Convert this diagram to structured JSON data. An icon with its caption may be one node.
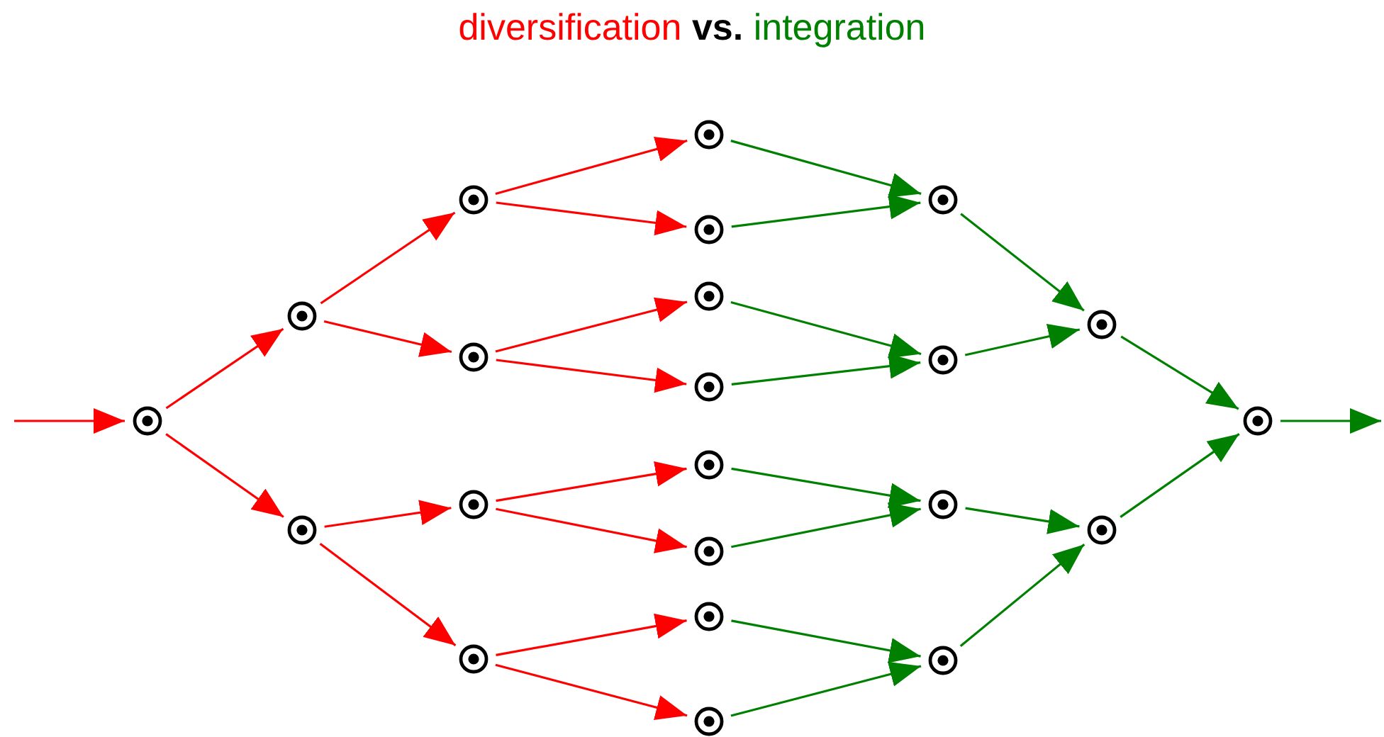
{
  "diagram": {
    "title": "diversification **vs.** integration",
    "nodes": [
      {
        "text": [],
        "shape": "circle"
      },
      {
        "text": [],
        "shape": "circle"
      },
      {
        "text": [],
        "shape": "circle"
      },
      {
        "text": [],
        "shape": "circle"
      },
      {
        "text": [],
        "shape": "circle"
      },
      {
        "text": [],
        "shape": "circle"
      },
      {
        "text": [],
        "shape": "circle"
      },
      {
        "text": [],
        "shape": "circle"
      },
      {
        "text": [],
        "shape": "circle"
      },
      {
        "text": [],
        "shape": "circle"
      },
      {
        "text": [],
        "shape": "circle"
      },
      {
        "text": [],
        "shape": "circle"
      },
      {
        "text": [],
        "shape": "circle"
      },
      {
        "text": [],
        "shape": "circle"
      },
      {
        "text": [],
        "shape": "circle"
      },
      {
        "text": [],
        "shape": "circle"
      },
      {
        "text": [],
        "shape": "circle"
      },
      {
        "text": [],
        "shape": "circle"
      },
      {
        "text": [],
        "shape": "circle"
      },
      {
        "text": [],
        "shape": "circle"
      },
      {
        "text": [],
        "shape": "circle"
      },
      {
        "text": [],
        "shape": "circle"
      }
    ],
    "edges": [
      {
        "from": null,
        "to": 0,
        "arrow": "to",
        "color": "#ff0000"
      },
      {
        "from": 0,
        "to": 1,
        "arrow": "to",
        "color": "#ff0000"
      },
      {
        "from": 0,
        "to": 2,
        "arrow": "to",
        "color": "#ff0000"
      },
      {
        "from": 1,
        "to": 3,
        "arrow": "to",
        "color": "#ff0000"
      },
      {
        "from": 1,
        "to": 4,
        "arrow": "to",
        "color": "#ff0000"
      },
      {
        "from": 2,
        "to": 5,
        "arrow": "to",
        "color": "#ff0000"
      },
      {
        "from": 2,
        "to": 6,
        "arrow": "to",
        "color": "#ff0000"
      },
      {
        "from": 3,
        "to": 7,
        "arrow": "to",
        "color": "#ff0000"
      },
      {
        "from": 3,
        "to": 8,
        "arrow": "to",
        "color": "#ff0000"
      },
      {
        "from": 4,
        "to": 9,
        "arrow": "to",
        "color": "#ff0000"
      },
      {
        "from": 4,
        "to": 10,
        "arrow": "to",
        "color": "#ff0000"
      },
      {
        "from": 5,
        "to": 11,
        "arrow": "to",
        "color": "#ff0000"
      },
      {
        "from": 5,
        "to": 12,
        "arrow": "to",
        "color": "#ff0000"
      },
      {
        "from": 6,
        "to": 13,
        "arrow": "to",
        "color": "#ff0000"
      },
      {
        "from": 6,
        "to": 14,
        "arrow": "to",
        "color": "#ff0000"
      },
      {
        "from": 7,
        "to": 15,
        "arrow": "to",
        "color": "#008000"
      },
      {
        "from": 8,
        "to": 15,
        "arrow": "to",
        "color": "#008000"
      },
      {
        "from": 9,
        "to": 16,
        "arrow": "to",
        "color": "#008000"
      },
      {
        "from": 10,
        "to": 16,
        "arrow": "to",
        "color": "#008000"
      },
      {
        "from": 11,
        "to": 17,
        "arrow": "to",
        "color": "#008000"
      },
      {
        "from": 12,
        "to": 17,
        "arrow": "to",
        "color": "#008000"
      },
      {
        "from": 13,
        "to": 18,
        "arrow": "to",
        "color": "#008000"
      },
      {
        "from": 14,
        "to": 18,
        "arrow": "to",
        "color": "#008000"
      },
      {
        "from": 15,
        "to": 19,
        "arrow": "to",
        "color": "#008000"
      },
      {
        "from": 16,
        "to": 19,
        "arrow": "to",
        "color": "#008000"
      },
      {
        "from": 17,
        "to": 20,
        "arrow": "to",
        "color": "#008000"
      },
      {
        "from": 18,
        "to": 20,
        "arrow": "to",
        "color": "#008000"
      },
      {
        "from": 19,
        "to": 21,
        "arrow": "to",
        "color": "#008000"
      },
      {
        "from": 20,
        "to": 21,
        "arrow": "to",
        "color": "#008000"
      },
      {
        "from": 21,
        "to": null,
        "arrow": "to",
        "color": "#008000"
      }
    ]
  }
}
